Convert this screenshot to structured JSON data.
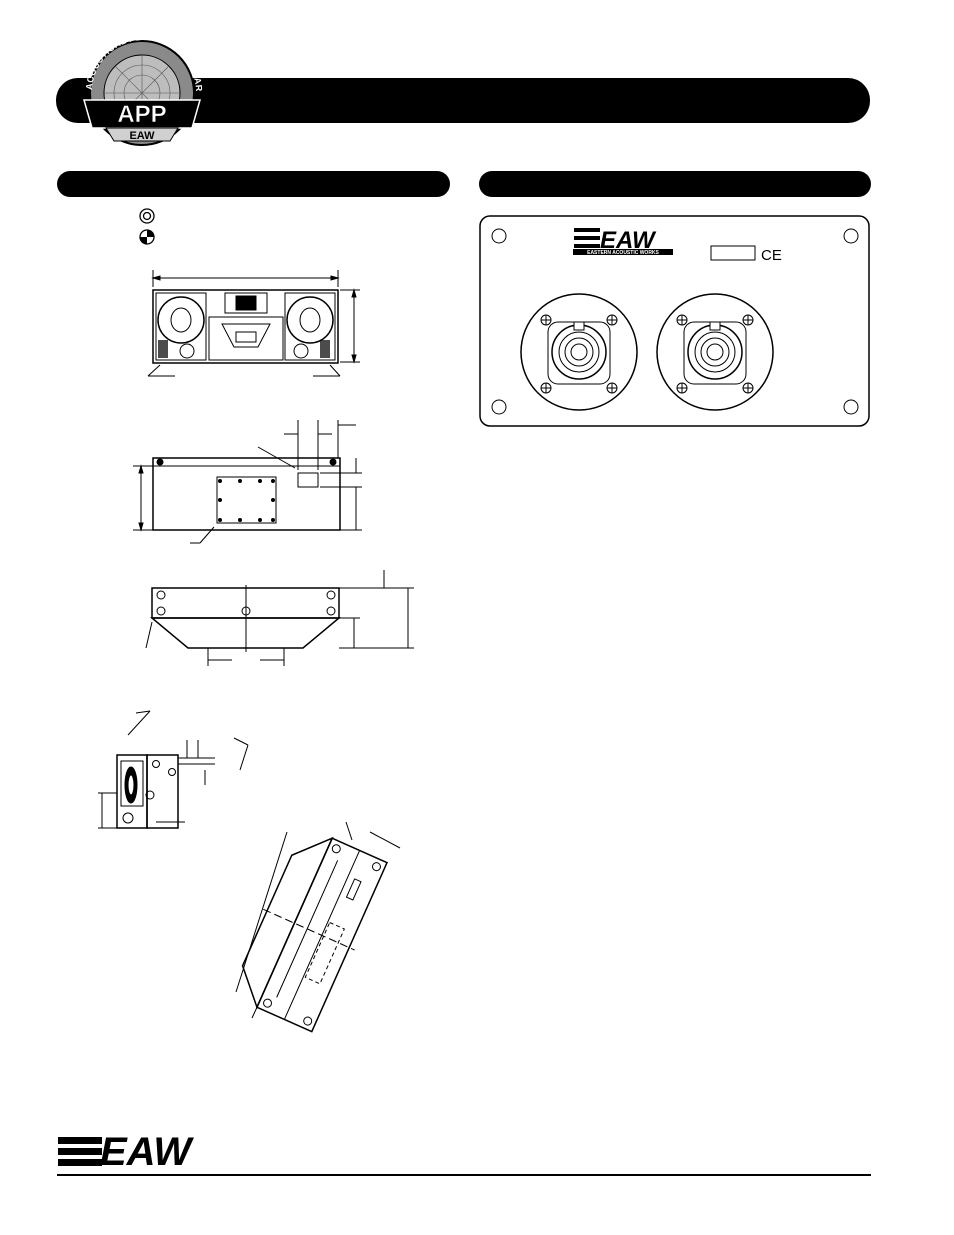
{
  "badge": {
    "arc_text": "ACOUSTICAL PERFORMANCE PARTNERSHIP",
    "center_text": "APP",
    "brand_text": "EAW"
  },
  "panel": {
    "brand": "EAW",
    "subtitle": "EASTERN ACOUSTIC WORKS",
    "ce_mark": "CE"
  },
  "footer": {
    "brand": "EAW"
  },
  "colors": {
    "ink": "#000000",
    "paper": "#ffffff",
    "badge_grey": "#8a8a8a"
  }
}
